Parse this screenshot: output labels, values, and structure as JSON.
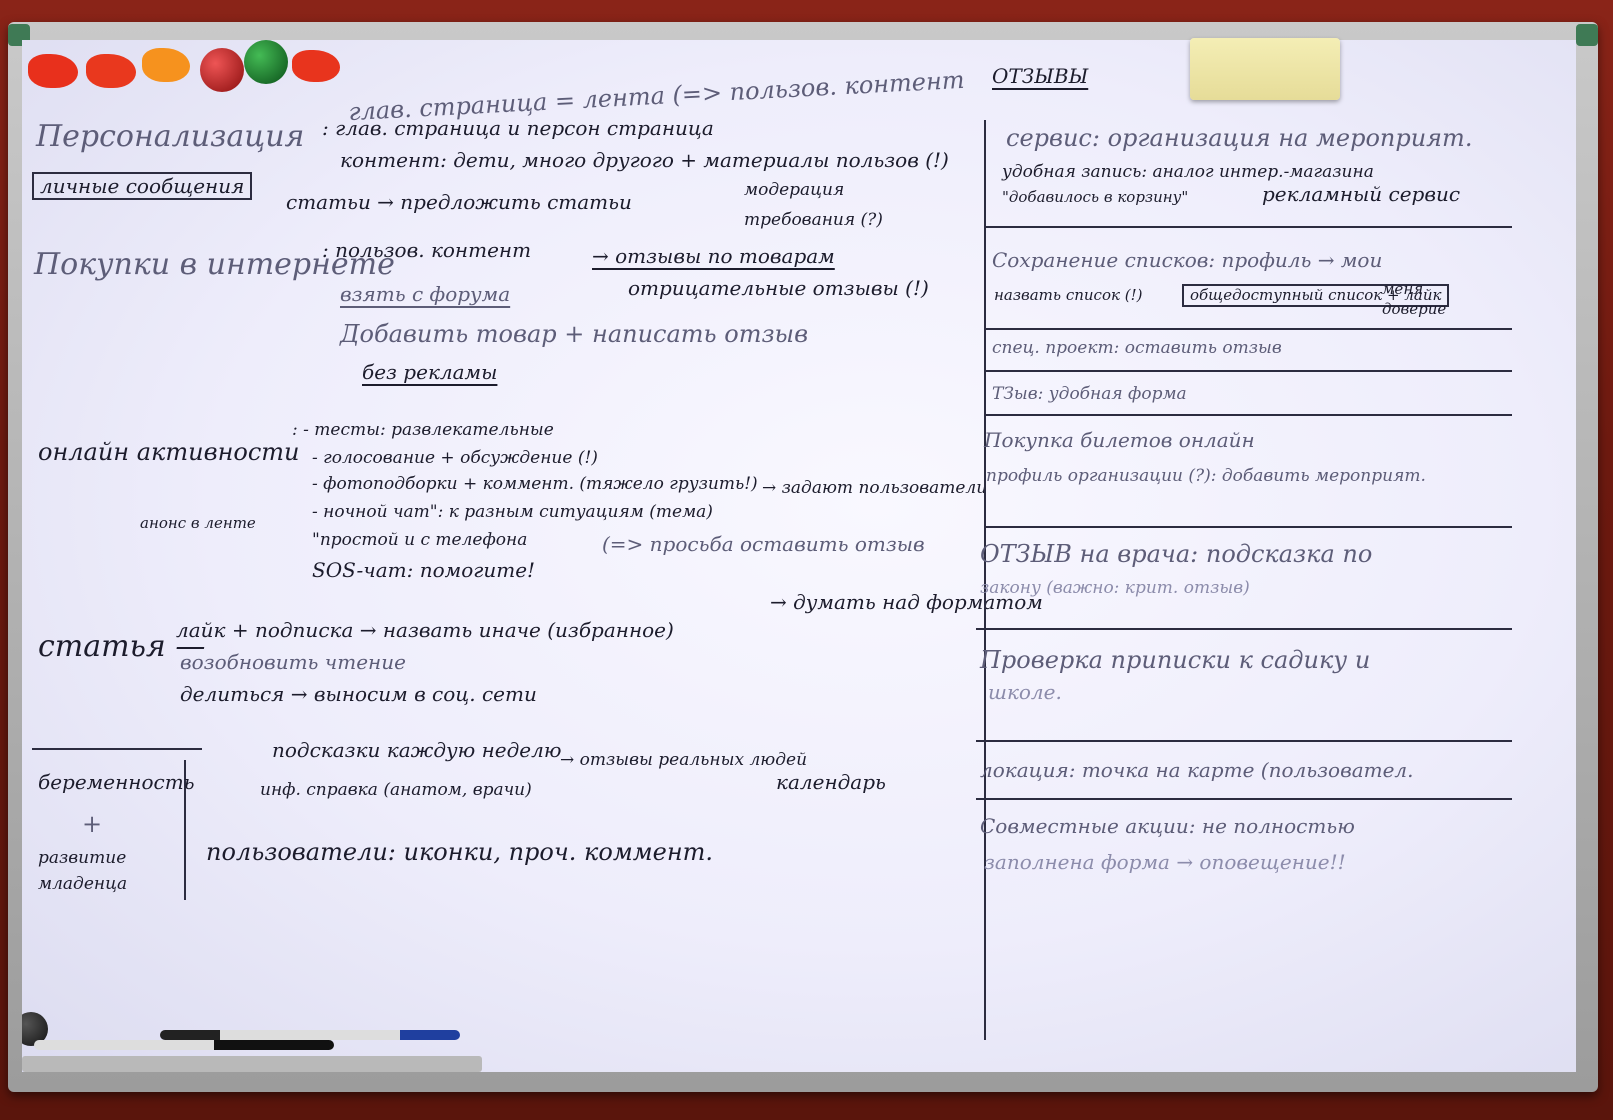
{
  "left": {
    "top_line": "глав. страница = лента (=> пользов. контент",
    "personalization": "Персонализация",
    "pers_line1": ": глав. страница и персон страница",
    "pers_line2": "контент: дети, много другого + материалы пользов (!)",
    "pers_line3": "статьи → предложить статьи",
    "moderation": "модерация",
    "requirements": "требования (?)",
    "private_messages": "личные сообщения",
    "shopping": "Покупки в интернете",
    "shop_line1": ": пользов. контент",
    "shop_arrow1": "→ отзывы по товарам",
    "shop_arrow2": "отрицательные отзывы (!)",
    "shop_forum": "взять с форума",
    "shop_add": "Добавить товар + написать отзыв",
    "shop_noads": "без рекламы",
    "online": "онлайн активности",
    "online_1": ": - тесты: развлекательные",
    "online_2": "- голосование + обсуждение (!)",
    "online_3": "- фотоподборки + коммент. (тяжело грузить!)",
    "online_4": "- ночной чат\": к разным ситуациям (тема)",
    "online_4b": "→ задают пользователи",
    "online_5": "\"простой и с телефона",
    "online_6": "SOS-чат: помогите!",
    "online_6b": "(=> просьба оставить отзыв",
    "announce": "анонс в ленте",
    "article": "статья —",
    "article_1": "лайк + подписка → назвать иначе (избранное)",
    "article_1b": "→ думать над форматом",
    "article_2": "возобновить чтение",
    "article_3": "делиться → выносим в соц. сети",
    "pregnancy": "беременность",
    "plus": "+",
    "development": "развитие младенца",
    "preg_1": "подсказки каждую неделю",
    "preg_2": "инф. справка (анатом, врачи)",
    "preg_2b": "→ отзывы реальных людей",
    "calendar": "календарь",
    "preg_3": "пользователи: иконки, проч. коммент."
  },
  "right": {
    "reviews": "ОТЗЫВЫ",
    "service": "сервис: организация на мероприят.",
    "service_2": "удобная запись: аналог интер.-магазина",
    "service_3": "\"добавилось в корзину\"",
    "service_4": "рекламный сервис",
    "saving": "Сохранение списков: профиль → мои",
    "saving_2": "назвать список (!)",
    "saving_3": "общедоступный список + лайк",
    "saving_4": "меня доверие",
    "spec": "спец. проект: оставить отзыв",
    "tsv": "ТЗыв: удобная форма",
    "tickets": "Покупка билетов онлайн",
    "tickets_2": "профиль организации (?): добавить мероприят.",
    "doctor": "ОТЗЫВ на врача: подсказка по",
    "doctor_2": "закону (важно: крит. отзыв)",
    "kinder": "Проверка приписки к садику и",
    "kinder_2": "школе.",
    "location": "локация: точка на карте (пользовател.",
    "joint": "Совместные акции: не полностью",
    "joint_2": "заполнена форма → оповещение!!"
  }
}
